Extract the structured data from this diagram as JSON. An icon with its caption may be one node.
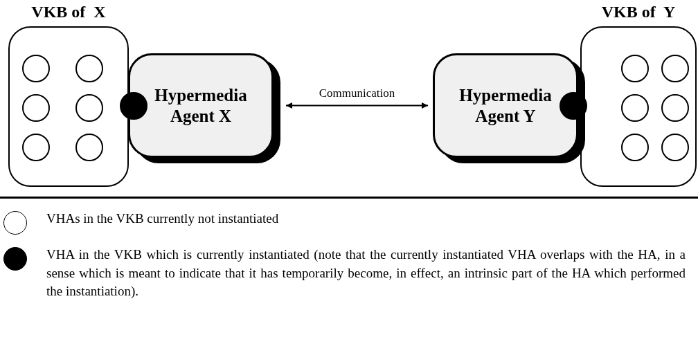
{
  "diagram": {
    "nodes": [
      {
        "text": [
          "VKB of  X"
        ]
      },
      {
        "text": [],
        "shape": "circle",
        "in": 0
      },
      {
        "text": [],
        "shape": "circle",
        "in": 0
      },
      {
        "text": [],
        "shape": "circle",
        "in": 0
      },
      {
        "text": [],
        "shape": "circle",
        "in": 0
      },
      {
        "text": [],
        "shape": "circle",
        "in": 0
      },
      {
        "text": [],
        "shape": "circle",
        "in": 0
      },
      {
        "text": [],
        "shape": "dot"
      },
      {
        "text": [
          "Hypermedia Agent X"
        ]
      },
      {
        "text": [
          "Hypermedia Agent Y"
        ]
      },
      {
        "text": [],
        "shape": "dot"
      },
      {
        "text": [
          "VKB of  Y"
        ]
      },
      {
        "text": [],
        "shape": "circle",
        "in": 11
      },
      {
        "text": [],
        "shape": "circle",
        "in": 11
      },
      {
        "text": [],
        "shape": "circle",
        "in": 11
      },
      {
        "text": [],
        "shape": "circle",
        "in": 11
      },
      {
        "text": [],
        "shape": "circle",
        "in": 11
      },
      {
        "text": [],
        "shape": "circle",
        "in": 11
      }
    ],
    "edges": [
      {
        "from": 8,
        "to": 9,
        "arrow": "both",
        "label": "Communication"
      }
    ],
    "legend": [
      {
        "text": "VHAs in the VKB currently not instantiated"
      },
      {
        "text": "VHA in the VKB which is currently instantiated (note that the currently instantiated VHA overlaps with the HA, in a sense which is meant to indicate that it has temporarily become, in effect, an intrinsic part of the HA which performed the instantiation)."
      }
    ]
  }
}
